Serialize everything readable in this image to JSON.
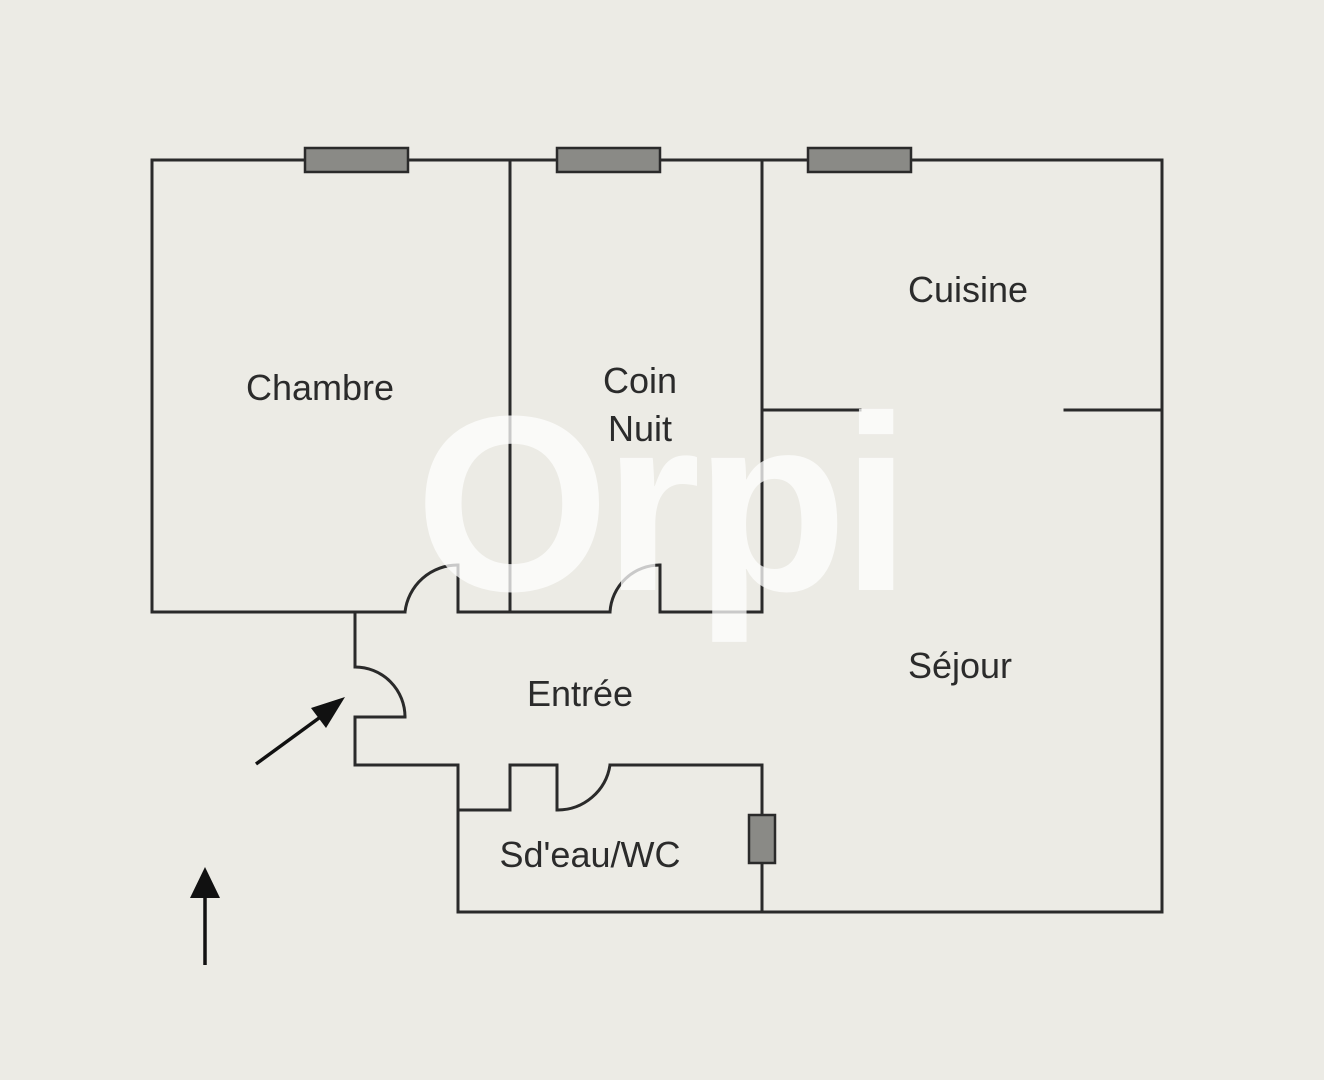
{
  "plan": {
    "rooms": [
      {
        "id": "chambre",
        "label": "Chambre"
      },
      {
        "id": "coin-nuit",
        "label": "Coin\nNuit"
      },
      {
        "id": "cuisine",
        "label": "Cuisine"
      },
      {
        "id": "sejour",
        "label": "Séjour"
      },
      {
        "id": "entree",
        "label": "Entrée"
      },
      {
        "id": "sdeau-wc",
        "label": "Sd'eau/WC"
      }
    ],
    "watermark": "Orpi",
    "colors": {
      "paper": "#ecebe5",
      "wall": "#2a2a2a",
      "window": "#8a8a86",
      "watermark": "#ffffff"
    }
  }
}
